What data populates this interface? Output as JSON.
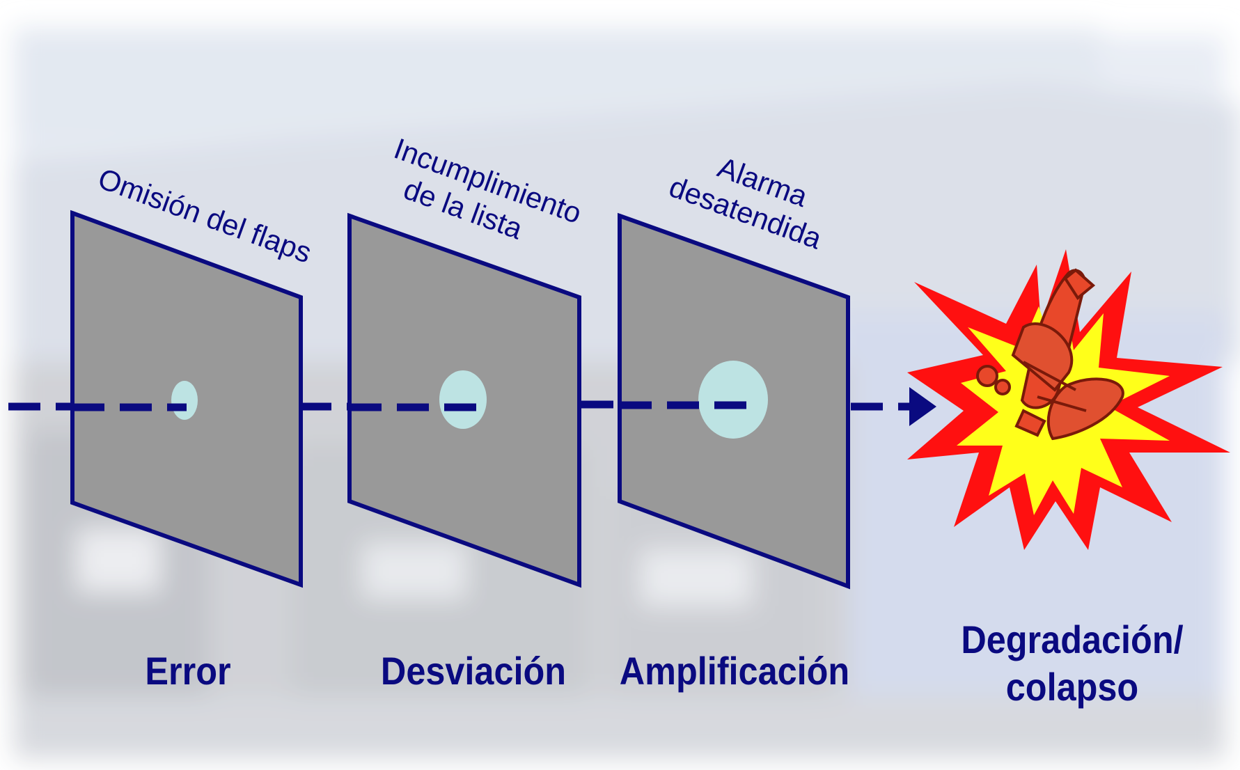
{
  "colors": {
    "navy": "#0a0a80",
    "panel_fill": "#999999",
    "hole_fill": "#bde3e3",
    "burst_red": "#ff1010",
    "burst_yellow": "#ffff1a",
    "plane_red": "#e8482a"
  },
  "icons": {
    "explosion": "explosion-burst-icon",
    "plane": "crashing-plane-icon"
  },
  "stages": [
    {
      "id": "error",
      "top_label_lines": [
        "Omisión del flaps"
      ],
      "bottom_label": "Error"
    },
    {
      "id": "desviacion",
      "top_label_lines": [
        "Incumplimiento",
        "de la lista"
      ],
      "bottom_label": "Desviación"
    },
    {
      "id": "amplificacion",
      "top_label_lines": [
        "Alarma",
        "desatendida"
      ],
      "bottom_label": "Amplificación"
    }
  ],
  "outcome": {
    "label_lines": [
      "Degradación/",
      "colapso"
    ]
  }
}
